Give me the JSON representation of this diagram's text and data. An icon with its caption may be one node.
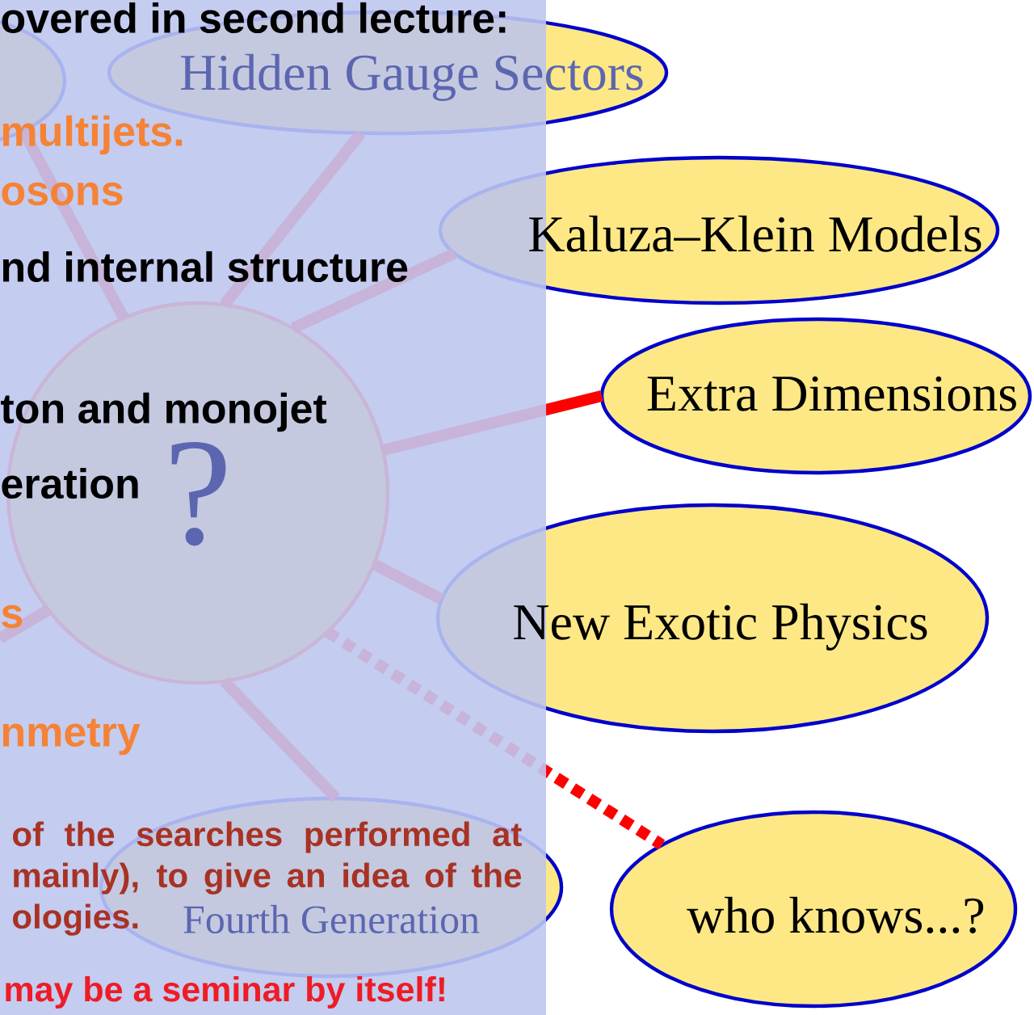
{
  "diagram": {
    "nodes": [
      {
        "text": [],
        "shape": "ellipse"
      },
      {
        "text": [
          "Hidden Gauge Sectors"
        ]
      },
      {
        "text": [
          "Kaluza–Klein Models"
        ]
      },
      {
        "text": [
          "?"
        ]
      },
      {
        "text": [
          "Extra Dimensions"
        ]
      },
      {
        "text": [
          "New Exotic Physics"
        ]
      },
      {
        "text": [
          "Fourth Generation"
        ]
      },
      {
        "text": [
          "who knows...?"
        ]
      }
    ],
    "edges": [
      {
        "from": 3,
        "to": 0,
        "arrow": "none"
      },
      {
        "from": 3,
        "to": 1,
        "arrow": "none"
      },
      {
        "from": 3,
        "to": 2,
        "arrow": "none"
      },
      {
        "from": 3,
        "to": 4,
        "arrow": "none"
      },
      {
        "from": 3,
        "to": 5,
        "arrow": "none"
      },
      {
        "from": 3,
        "to": 7,
        "arrow": "none",
        "style": "dashed"
      },
      {
        "from": 3,
        "to": 6,
        "arrow": "none"
      },
      {
        "from": 3,
        "to": null,
        "arrow": "none"
      }
    ],
    "labels": [
      "overed in second lecture:",
      "multijets.",
      "osons",
      "nd internal structure",
      "ton and monojet",
      "eration",
      "s",
      "nmetry",
      "of the searches performed at mainly), to give an idea of the ologies.",
      "may be a seminar by itself!"
    ]
  }
}
